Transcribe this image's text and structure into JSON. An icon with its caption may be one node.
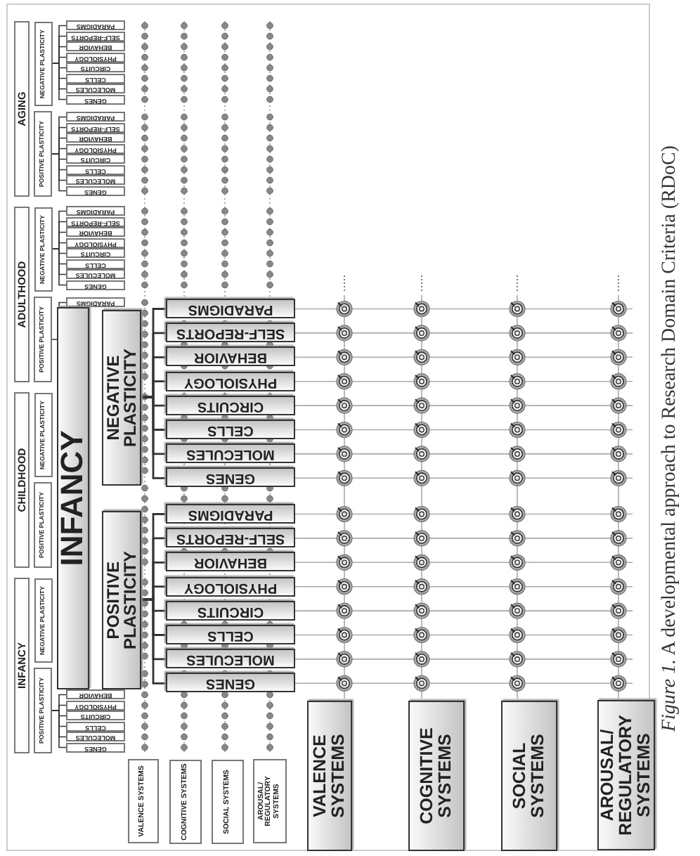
{
  "diagram": {
    "caption": "*Figure 1.* A developmental approach to Research Domain Criteria (RDoC)",
    "nodes": [
      {
        "text": [
          "INFANCY"
        ]
      },
      {
        "text": [
          "CHILDHOOD"
        ]
      },
      {
        "text": [
          "ADULTHOOD"
        ]
      },
      {
        "text": [
          "AGING"
        ]
      },
      {
        "text": [
          "POSITIVE PLASTICITY"
        ]
      },
      {
        "text": [
          "NEGATIVE PLASTICITY"
        ]
      },
      {
        "text": [
          "POSITIVE PLASTICITY"
        ]
      },
      {
        "text": [
          "NEGATIVE PLASTICITY"
        ]
      },
      {
        "text": [
          "POSITIVE PLASTICITY"
        ]
      },
      {
        "text": [
          "NEGATIVE PLASTICITY"
        ]
      },
      {
        "text": [
          "POSITIVE PLASTICITY"
        ]
      },
      {
        "text": [
          "NEGATIVE PLASTICITY"
        ]
      },
      {
        "text": [
          "GENES"
        ]
      },
      {
        "text": [
          "MOLECULES"
        ]
      },
      {
        "text": [
          "CELLS"
        ]
      },
      {
        "text": [
          "CIRCUITS"
        ]
      },
      {
        "text": [
          "PHYSIOLOGY"
        ]
      },
      {
        "text": [
          "BEHAVIOR"
        ]
      },
      {
        "text": [
          "PARADIGMS"
        ]
      },
      {
        "text": [
          "GENES"
        ]
      },
      {
        "text": [
          "MOLECULES"
        ]
      },
      {
        "text": [
          "CELLS"
        ]
      },
      {
        "text": [
          "CIRCUITS"
        ]
      },
      {
        "text": [
          "PHYSIOLOGY"
        ]
      },
      {
        "text": [
          "BEHAVIOR"
        ]
      },
      {
        "text": [
          "SELF-REPORTS"
        ]
      },
      {
        "text": [
          "PARADIGMS"
        ]
      },
      {
        "text": [
          "GENES"
        ]
      },
      {
        "text": [
          "MOLECULES"
        ]
      },
      {
        "text": [
          "CELLS"
        ]
      },
      {
        "text": [
          "CIRCUITS"
        ]
      },
      {
        "text": [
          "PHYSIOLOGY"
        ]
      },
      {
        "text": [
          "BEHAVIOR"
        ]
      },
      {
        "text": [
          "SELF-REPORTS"
        ]
      },
      {
        "text": [
          "PARADIGMS"
        ]
      },
      {
        "text": [
          "GENES"
        ]
      },
      {
        "text": [
          "MOLECULES"
        ]
      },
      {
        "text": [
          "CELLS"
        ]
      },
      {
        "text": [
          "CIRCUITS"
        ]
      },
      {
        "text": [
          "PHYSIOLOGY"
        ]
      },
      {
        "text": [
          "BEHAVIOR"
        ]
      },
      {
        "text": [
          "SELF-REPORTS"
        ]
      },
      {
        "text": [
          "PARADIGMS"
        ]
      },
      {
        "text": [
          "VALENCE SYSTEMS"
        ]
      },
      {
        "text": [
          "COGNITIVE SYSTEMS"
        ]
      },
      {
        "text": [
          "SOCIAL SYSTEMS"
        ]
      },
      {
        "text": [
          "AROUSAL/ REGULATORY SYSTEMS"
        ]
      },
      {
        "text": [
          "INFANCY"
        ]
      },
      {
        "text": [
          "POSITIVE PLASTICITY"
        ]
      },
      {
        "text": [
          "NEGATIVE PLASTICITY"
        ]
      },
      {
        "text": [
          "GENES"
        ]
      },
      {
        "text": [
          "MOLECULES"
        ]
      },
      {
        "text": [
          "CELLS"
        ]
      },
      {
        "text": [
          "CIRCUITS"
        ]
      },
      {
        "text": [
          "PHYSIOLOGY"
        ]
      },
      {
        "text": [
          "BEHAVIOR"
        ]
      },
      {
        "text": [
          "SELF-REPORTS"
        ]
      },
      {
        "text": [
          "PARADIGMS"
        ]
      },
      {
        "text": [
          "GENES"
        ]
      },
      {
        "text": [
          "MOLECULES"
        ]
      },
      {
        "text": [
          "CELLS"
        ]
      },
      {
        "text": [
          "CIRCUITS"
        ]
      },
      {
        "text": [
          "PHYSIOLOGY"
        ]
      },
      {
        "text": [
          "BEHAVIOR"
        ]
      },
      {
        "text": [
          "SELF-REPORTS"
        ]
      },
      {
        "text": [
          "PARADIGMS"
        ]
      },
      {
        "text": [
          "VALENCE SYSTEMS"
        ]
      },
      {
        "text": [
          "COGNITIVE SYSTEMS"
        ]
      },
      {
        "text": [
          "SOCIAL SYSTEMS"
        ]
      },
      {
        "text": [
          "AROUSAL/ REGULATORY SYSTEMS"
        ]
      }
    ],
    "edges": [
      {
        "from": 4,
        "to": 12,
        "arrow": "none"
      },
      {
        "from": 4,
        "to": 13,
        "arrow": "none"
      },
      {
        "from": 4,
        "to": 14,
        "arrow": "none"
      },
      {
        "from": 4,
        "to": 15,
        "arrow": "none"
      },
      {
        "from": 4,
        "to": 16,
        "arrow": "none"
      },
      {
        "from": 4,
        "to": 17,
        "arrow": "none"
      },
      {
        "from": 8,
        "to": 18,
        "arrow": "none"
      },
      {
        "from": 9,
        "to": 19,
        "arrow": "none"
      },
      {
        "from": 9,
        "to": 20,
        "arrow": "none"
      },
      {
        "from": 9,
        "to": 21,
        "arrow": "none"
      },
      {
        "from": 9,
        "to": 22,
        "arrow": "none"
      },
      {
        "from": 9,
        "to": 23,
        "arrow": "none"
      },
      {
        "from": 9,
        "to": 24,
        "arrow": "none"
      },
      {
        "from": 9,
        "to": 25,
        "arrow": "none"
      },
      {
        "from": 9,
        "to": 26,
        "arrow": "none"
      },
      {
        "from": 10,
        "to": 27,
        "arrow": "none"
      },
      {
        "from": 10,
        "to": 28,
        "arrow": "none"
      },
      {
        "from": 10,
        "to": 29,
        "arrow": "none"
      },
      {
        "from": 10,
        "to": 30,
        "arrow": "none"
      },
      {
        "from": 10,
        "to": 31,
        "arrow": "none"
      },
      {
        "from": 10,
        "to": 32,
        "arrow": "none"
      },
      {
        "from": 10,
        "to": 33,
        "arrow": "none"
      },
      {
        "from": 10,
        "to": 34,
        "arrow": "none"
      },
      {
        "from": 11,
        "to": 35,
        "arrow": "none"
      },
      {
        "from": 11,
        "to": 36,
        "arrow": "none"
      },
      {
        "from": 11,
        "to": 37,
        "arrow": "none"
      },
      {
        "from": 11,
        "to": 38,
        "arrow": "none"
      },
      {
        "from": 11,
        "to": 39,
        "arrow": "none"
      },
      {
        "from": 11,
        "to": 40,
        "arrow": "none"
      },
      {
        "from": 11,
        "to": 41,
        "arrow": "none"
      },
      {
        "from": 11,
        "to": 42,
        "arrow": "none"
      },
      {
        "from": 48,
        "to": 50,
        "arrow": "none"
      },
      {
        "from": 48,
        "to": 51,
        "arrow": "none"
      },
      {
        "from": 48,
        "to": 52,
        "arrow": "none"
      },
      {
        "from": 48,
        "to": 53,
        "arrow": "none"
      },
      {
        "from": 48,
        "to": 54,
        "arrow": "none"
      },
      {
        "from": 48,
        "to": 55,
        "arrow": "none"
      },
      {
        "from": 48,
        "to": 56,
        "arrow": "none"
      },
      {
        "from": 48,
        "to": 57,
        "arrow": "none"
      },
      {
        "from": 49,
        "to": 58,
        "arrow": "none"
      },
      {
        "from": 49,
        "to": 59,
        "arrow": "none"
      },
      {
        "from": 49,
        "to": 60,
        "arrow": "none"
      },
      {
        "from": 49,
        "to": 61,
        "arrow": "none"
      },
      {
        "from": 49,
        "to": 62,
        "arrow": "none"
      },
      {
        "from": 49,
        "to": 63,
        "arrow": "none"
      },
      {
        "from": 49,
        "to": 64,
        "arrow": "none"
      },
      {
        "from": 49,
        "to": 65,
        "arrow": "none"
      }
    ]
  }
}
